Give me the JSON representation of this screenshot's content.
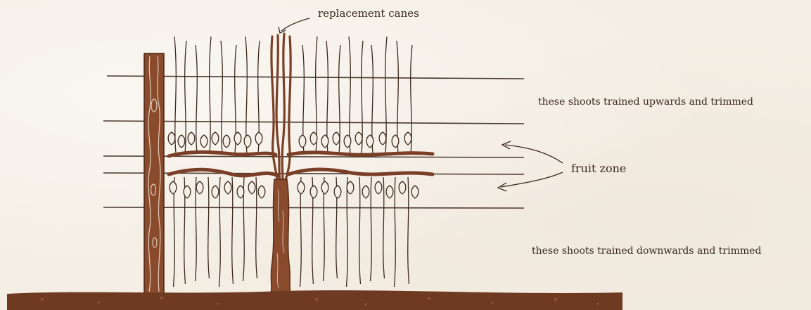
{
  "labels": {
    "replacement_canes": "replacement canes",
    "shoots_up": "these shoots trained upwards and trimmed",
    "fruit_zone": "fruit zone",
    "shoots_down": "these shoots trained downwards and trimmed"
  },
  "colors": {
    "wood": "#7a3f26",
    "wire": "#4b3a30",
    "ink": "#3a2a1e",
    "ground": "#6e3a22",
    "paper": "#f4eee4"
  }
}
